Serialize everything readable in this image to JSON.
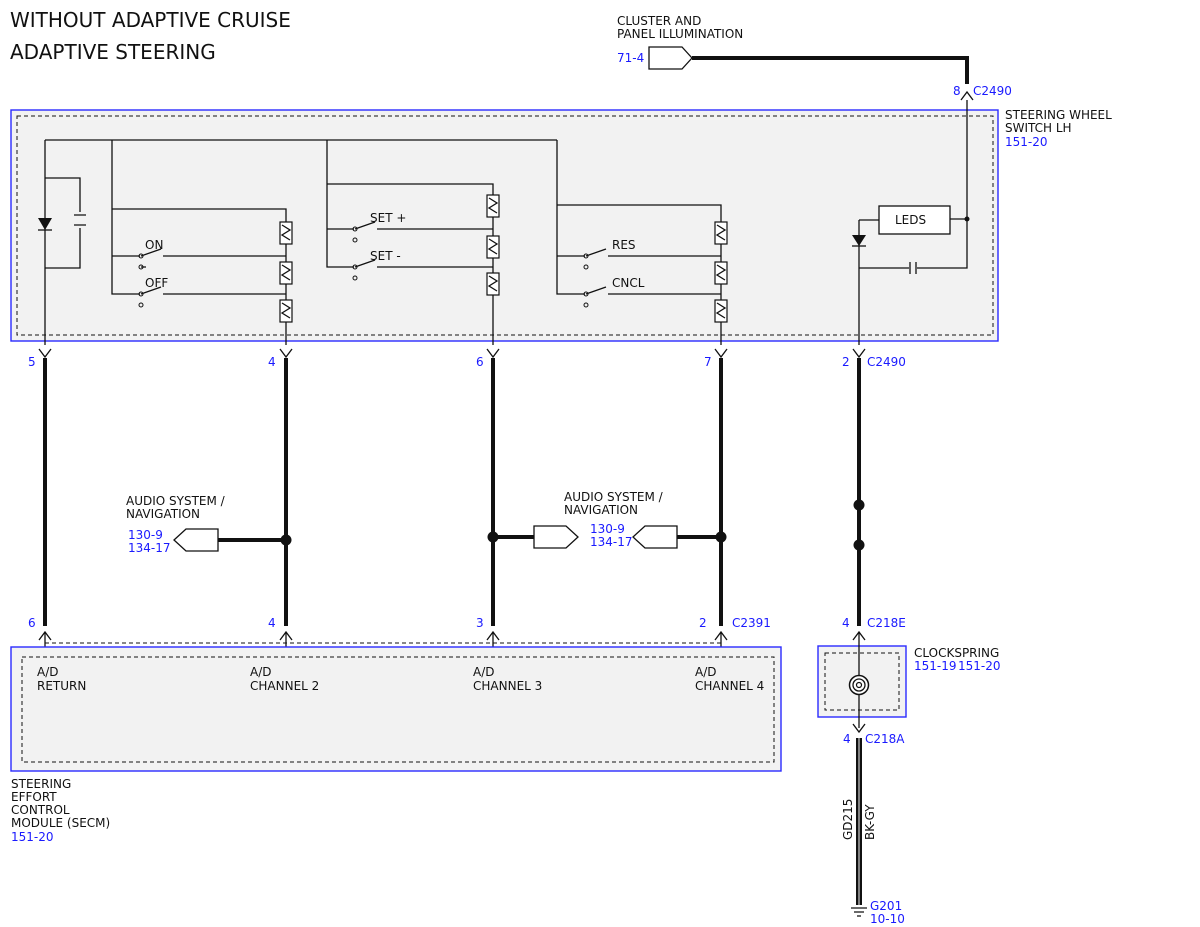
{
  "title": {
    "line1": "WITHOUT ADAPTIVE CRUISE",
    "line2": "ADAPTIVE STEERING"
  },
  "cluster": {
    "label1": "CLUSTER AND",
    "label2": "PANEL ILLUMINATION",
    "ref": "71-4",
    "pin": "8",
    "connector": "C2490"
  },
  "switch_module": {
    "label1": "STEERING WHEEL",
    "label2": "SWITCH LH",
    "ref": "151-20",
    "leds_label": "LEDS",
    "switches": {
      "on": "ON",
      "off": "OFF",
      "set_plus": "SET +",
      "set_minus": "SET -",
      "res": "RES",
      "cncl": "CNCL"
    },
    "pins": {
      "p1": "5",
      "p2": "4",
      "p3": "6",
      "p4": "7",
      "p5": "2",
      "p5_connector": "C2490"
    }
  },
  "audio_left": {
    "label1": "AUDIO SYSTEM /",
    "label2": "NAVIGATION",
    "ref1": "130-9",
    "ref2": "134-17"
  },
  "audio_right": {
    "label1": "AUDIO SYSTEM /",
    "label2": "NAVIGATION",
    "ref1": "130-9",
    "ref2": "134-17"
  },
  "secm_pins": {
    "p1": "6",
    "p2": "4",
    "p3": "3",
    "p4": "2",
    "connector": "C2391"
  },
  "secm": {
    "ch1_a": "A/D",
    "ch1_b": "RETURN",
    "ch2_a": "A/D",
    "ch2_b": "CHANNEL 2",
    "ch3_a": "A/D",
    "ch3_b": "CHANNEL 3",
    "ch4_a": "A/D",
    "ch4_b": "CHANNEL 4",
    "label1": "STEERING",
    "label2": "EFFORT",
    "label3": "CONTROL",
    "label4": "MODULE (SECM)",
    "ref": "151-20"
  },
  "clockspring": {
    "label": "CLOCKSPRING",
    "ref1": "151-19",
    "ref2": "151-20",
    "top_pin": "4",
    "top_connector": "C218E",
    "bottom_pin": "4",
    "bottom_connector": "C218A"
  },
  "ground": {
    "circuit": "GD215",
    "color": "BK-GY",
    "name": "G201",
    "ref": "10-10"
  }
}
